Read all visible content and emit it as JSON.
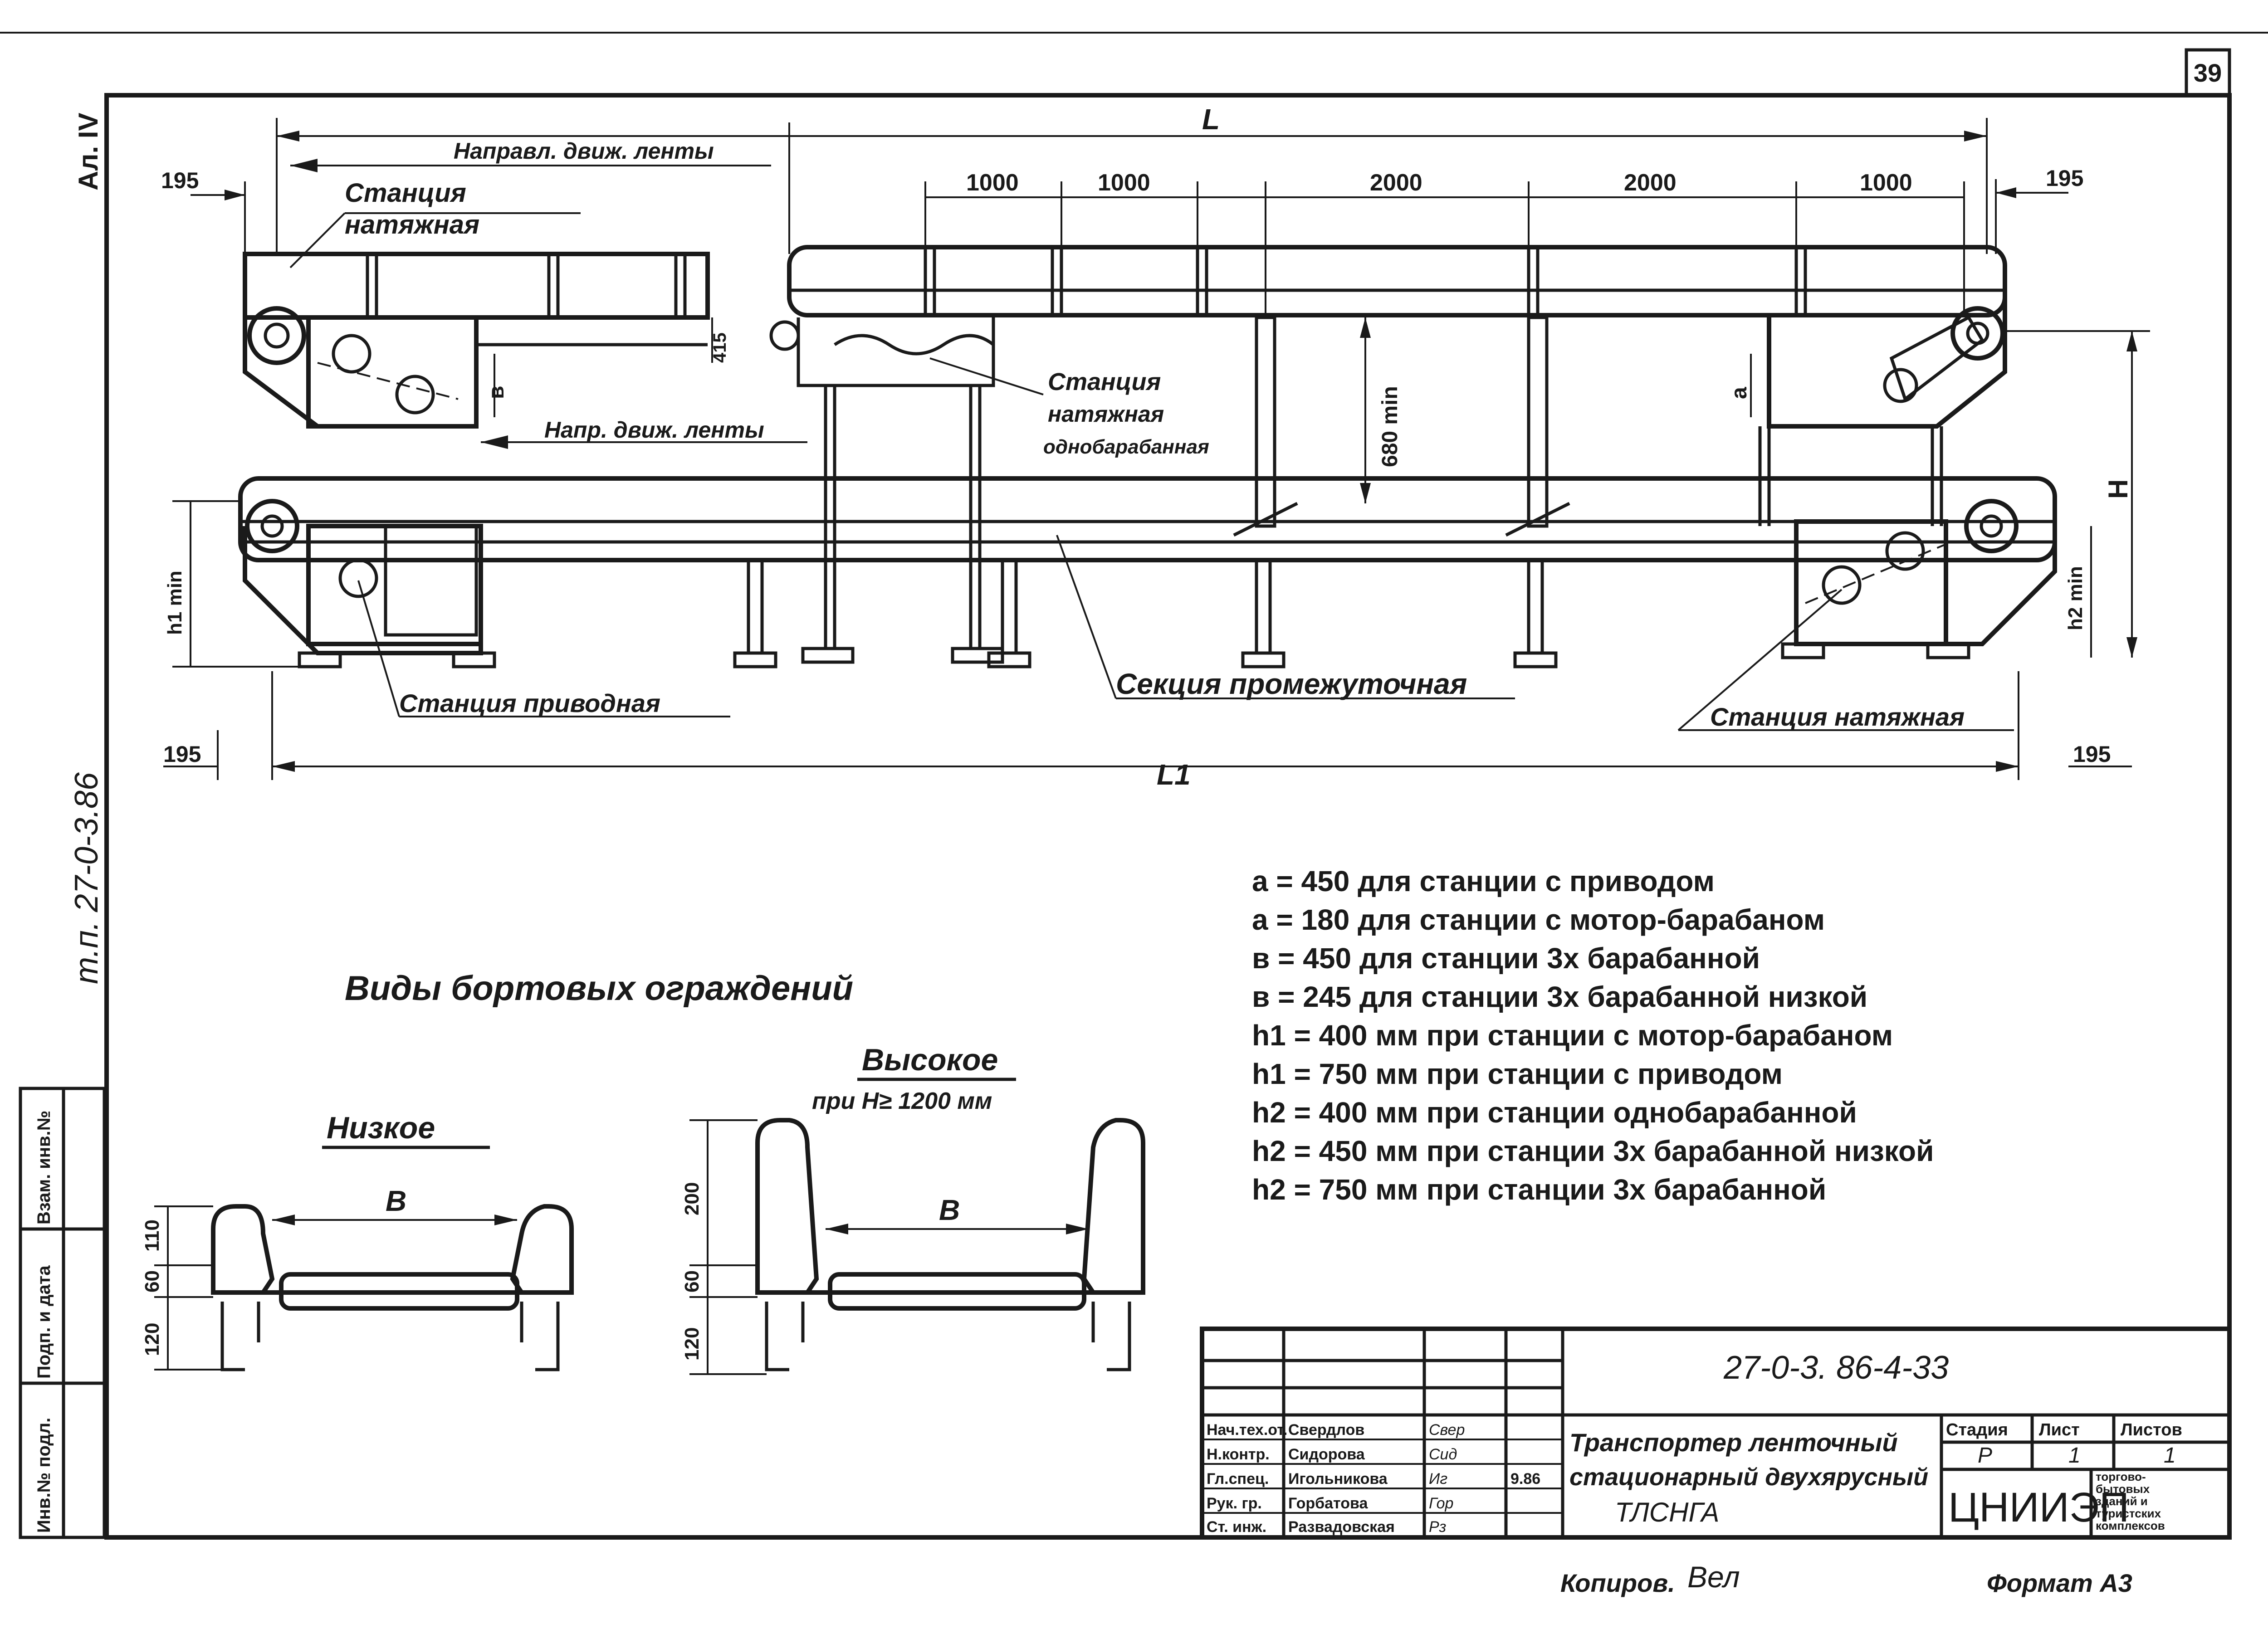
{
  "sheet_number": "39",
  "side_stamp": {
    "album": "Ал. IV",
    "series": "т.п. 27-0-3.86",
    "fields": [
      "Инв.№ подл.",
      "Подп. и дата",
      "Взам. инв.№"
    ]
  },
  "elevation": {
    "dims": {
      "left_offset": "195",
      "right_offset": "195",
      "bottom_left_offset": "195",
      "bottom_right_offset": "195",
      "overall_top": "L",
      "overall_bottom": "L1",
      "segments": [
        "1000",
        "1000",
        "2000",
        "2000",
        "1000"
      ],
      "small_height": "415",
      "clearance": "680 min",
      "b_label": "в",
      "a_label": "а",
      "h_label": "H",
      "h1": "h1 min",
      "h2": "h2 min"
    },
    "labels": {
      "belt_direction_top": "Направл. движ. ленты",
      "belt_direction_mid": "Напр. движ. ленты",
      "tension_station_left_1": "Станция",
      "tension_station_left_2": "натяжная",
      "single_drum_1": "Станция",
      "single_drum_2": "натяжная",
      "single_drum_3": "однобарабанная",
      "drive_station": "Станция приводная",
      "intermediate": "Секция промежуточная",
      "tension_station_right": "Станция натяжная"
    }
  },
  "notes": [
    "а = 450 для станции с приводом",
    "а = 180 для станции с мотор-барабаном",
    "в = 450 для станции 3х барабанной",
    "в = 245 для станции 3х барабанной низкой",
    "h1 = 400 мм при станции с мотор-барабаном",
    "h1 = 750 мм при станции с приводом",
    "h2 = 400 мм при станции однобарабанной",
    "h2 = 450 мм при станции 3х барабанной низкой",
    "h2 = 750 мм при станции 3х барабанной"
  ],
  "guards": {
    "title": "Виды бортовых ограждений",
    "low": {
      "title": "Низкое",
      "width": "В",
      "dims": [
        "110",
        "60",
        "120"
      ]
    },
    "high": {
      "title": "Высокое",
      "condition": "при H≥ 1200 мм",
      "width": "В",
      "dims": [
        "200",
        "60",
        "120"
      ]
    }
  },
  "title_block": {
    "code": "27-0-3. 86-4-33",
    "staff": [
      {
        "role": "Нач.тех.от.",
        "name": "Свердлов",
        "sign": "Свер"
      },
      {
        "role": "Н.контр.",
        "name": "Сидорова",
        "sign": "Сид"
      },
      {
        "role": "Гл.спец.",
        "name": "Игольникова",
        "sign": "Иг"
      },
      {
        "role": "Рук. гр.",
        "name": "Горбатова",
        "sign": "Гор"
      },
      {
        "role": "Ст. инж.",
        "name": "Развадовская",
        "sign": "Рз"
      }
    ],
    "date": "9.86",
    "drawing_title": [
      "Транспортер ленточный",
      "стационарный двухярусный",
      "ТЛСНГА"
    ],
    "stage_header": [
      "Стадия",
      "Лист",
      "Листов"
    ],
    "stage_values": [
      "Р",
      "1",
      "1"
    ],
    "org": "ЦНИИЭП",
    "org_detail": [
      "торгово-",
      "бытовых",
      "зданий и",
      "туристских",
      "комплексов"
    ]
  },
  "footer": {
    "copied": "Копиров.",
    "copied_sign": "Вел",
    "format": "Формат А3"
  }
}
